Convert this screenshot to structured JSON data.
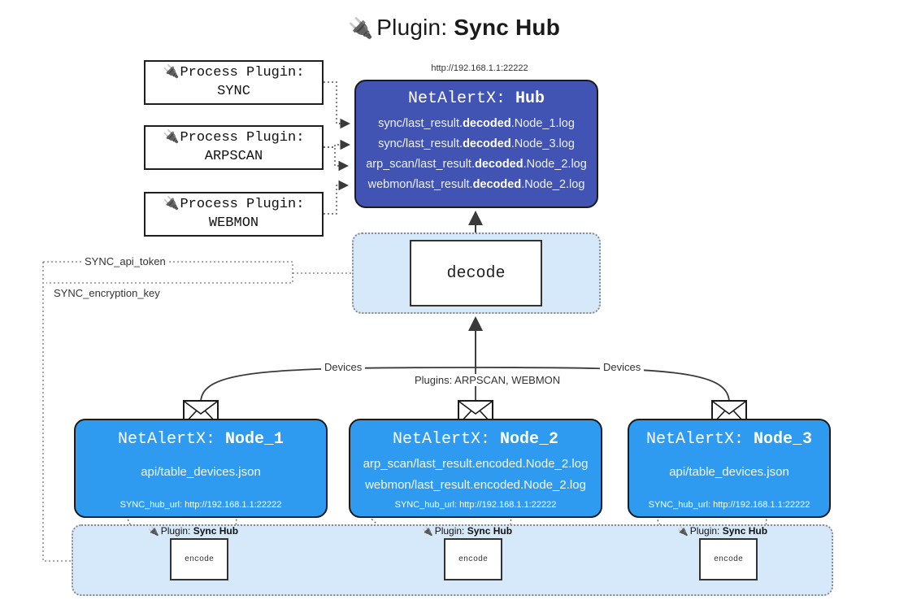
{
  "title": {
    "icon": "plug-icon",
    "prefix": "Plugin: ",
    "name": "Sync Hub"
  },
  "hub": {
    "url_label": "http://192.168.1.1:22222",
    "header_prefix": "NetAlertX: ",
    "header_name": "Hub",
    "logs": [
      {
        "pre": "sync/last_result.",
        "em": "decoded",
        "post": ".Node_1.log"
      },
      {
        "pre": "sync/last_result.",
        "em": "decoded",
        "post": ".Node_3.log"
      },
      {
        "pre": "arp_scan/last_result.",
        "em": "decoded",
        "post": ".Node_2.log"
      },
      {
        "pre": "webmon/last_result.",
        "em": "decoded",
        "post": ".Node_2.log"
      }
    ],
    "color": "#4153b3"
  },
  "process_plugins": [
    {
      "line1": "Process Plugin:",
      "line2": "SYNC",
      "icon": "plug-icon"
    },
    {
      "line1": "Process Plugin:",
      "line2": "ARPSCAN",
      "icon": "plug-icon"
    },
    {
      "line1": "Process Plugin:",
      "line2": "WEBMON",
      "icon": "plug-icon"
    }
  ],
  "decode": {
    "label": "decode"
  },
  "config_edges": [
    {
      "label": "SYNC_api_token"
    },
    {
      "label": "SYNC_encryption_key"
    }
  ],
  "flow_labels": {
    "devices_left": "Devices",
    "plugins_center": "Plugins: ARPSCAN, WEBMON",
    "devices_right": "Devices"
  },
  "nodes": [
    {
      "header_prefix": "NetAlertX: ",
      "header_name": "Node_1",
      "lines": [
        "api/table_devices.json"
      ],
      "url": "SYNC_hub_url: http://192.168.1.1:22222",
      "color": "#2e9bf0"
    },
    {
      "header_prefix": "NetAlertX: ",
      "header_name": "Node_2",
      "lines": [
        "arp_scan/last_result.encoded.Node_2.log",
        "webmon/last_result.encoded.Node_2.log"
      ],
      "url": "SYNC_hub_url: http://192.168.1.1:22222",
      "color": "#2e9bf0"
    },
    {
      "header_prefix": "NetAlertX: ",
      "header_name": "Node_3",
      "lines": [
        "api/table_devices.json"
      ],
      "url": "SYNC_hub_url: http://192.168.1.1:22222",
      "color": "#2e9bf0"
    }
  ],
  "encoders": [
    {
      "plugin_prefix": "Plugin: ",
      "plugin_name": "Sync Hub",
      "box_label": "encode"
    },
    {
      "plugin_prefix": "Plugin: ",
      "plugin_name": "Sync Hub",
      "box_label": "encode"
    },
    {
      "plugin_prefix": "Plugin: ",
      "plugin_name": "Sync Hub",
      "box_label": "encode"
    }
  ],
  "palette": {
    "hub_indigo": "#4153b3",
    "node_blue": "#2e9bf0",
    "container_blue": "#d6e9fa",
    "stroke": "#1b1b1b",
    "dotted": "#8a8a8a"
  }
}
